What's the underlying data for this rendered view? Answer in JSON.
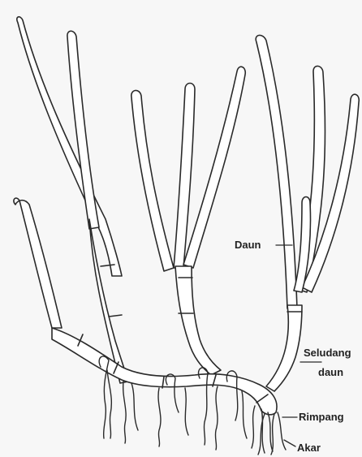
{
  "labels": {
    "daun": "Daun",
    "seludang_line1": "Seludang",
    "seludang_line2": "daun",
    "rimpang": "Rimpang",
    "akar": "Akar"
  },
  "colors": {
    "outline": "#2a2a2a",
    "background": "#f7f7f7",
    "fill": "#ffffff"
  }
}
